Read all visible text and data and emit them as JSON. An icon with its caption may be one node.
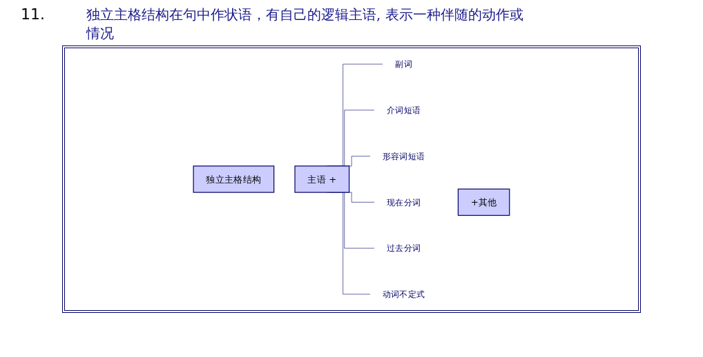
{
  "diagram": {
    "title": "独立主格结构在句中作状语，有自己的逻辑主语, 表示一种伴随的动作或情况",
    "nodes": [
      {
        "text": [
          "独立主格结构"
        ]
      },
      {
        "text": [
          "主语 +"
        ]
      },
      {
        "text": [
          "副词"
        ]
      },
      {
        "text": [
          "介词短语"
        ]
      },
      {
        "text": [
          "形容词短语"
        ]
      },
      {
        "text": [
          "现在分词"
        ]
      },
      {
        "text": [
          "过去分词"
        ]
      },
      {
        "text": [
          "动词不定式"
        ]
      },
      {
        "text": [
          "+其他"
        ]
      }
    ],
    "edges": [
      {
        "from": 1,
        "to": 2,
        "arrow": "none"
      },
      {
        "from": 1,
        "to": 3,
        "arrow": "none"
      },
      {
        "from": 1,
        "to": 4,
        "arrow": "none"
      },
      {
        "from": 1,
        "to": 5,
        "arrow": "none"
      },
      {
        "from": 1,
        "to": 6,
        "arrow": "none"
      },
      {
        "from": 1,
        "to": 7,
        "arrow": "none"
      }
    ],
    "labels": [
      "11."
    ]
  }
}
